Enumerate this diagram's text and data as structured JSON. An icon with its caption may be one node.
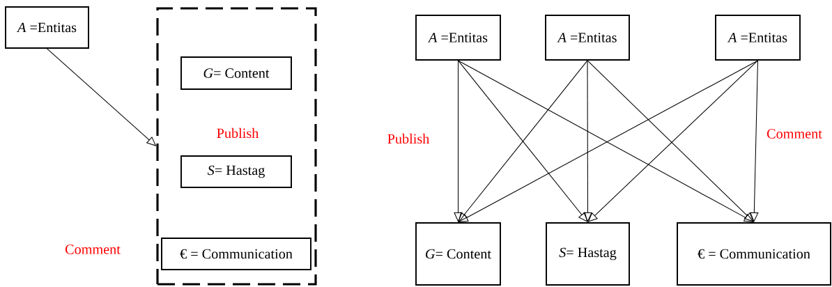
{
  "diagram": {
    "nodes": [
      {
        "text": [
          "*A* =Entitas"
        ]
      },
      {
        "text": [],
        "shape": "box"
      },
      {
        "text": [
          "*G*= Content"
        ],
        "in": 1
      },
      {
        "text": [
          "*S*= Hastag"
        ],
        "in": 1
      },
      {
        "text": [
          "€ = Communication"
        ],
        "in": 1
      },
      {
        "text": [
          "*A* =Entitas"
        ]
      },
      {
        "text": [
          "*A* =Entitas"
        ]
      },
      {
        "text": [
          "*A* =Entitas"
        ]
      },
      {
        "text": [
          "*G*= Content"
        ]
      },
      {
        "text": [
          "*S*= Hastag"
        ]
      },
      {
        "text": [
          "€ = Communication"
        ]
      }
    ],
    "edges": [
      {
        "from": 0,
        "to": 1,
        "arrow": "to"
      },
      {
        "from": 5,
        "to": 8,
        "arrow": "to"
      },
      {
        "from": 5,
        "to": 9,
        "arrow": "to"
      },
      {
        "from": 5,
        "to": 10,
        "arrow": "to"
      },
      {
        "from": 6,
        "to": 8,
        "arrow": "to"
      },
      {
        "from": 6,
        "to": 9,
        "arrow": "to"
      },
      {
        "from": 6,
        "to": 10,
        "arrow": "to"
      },
      {
        "from": 7,
        "to": 8,
        "arrow": "to"
      },
      {
        "from": 7,
        "to": 9,
        "arrow": "to"
      },
      {
        "from": 7,
        "to": 10,
        "arrow": "to"
      }
    ],
    "labels": [
      "Publish",
      "Comment",
      "Publish",
      "Comment"
    ]
  }
}
